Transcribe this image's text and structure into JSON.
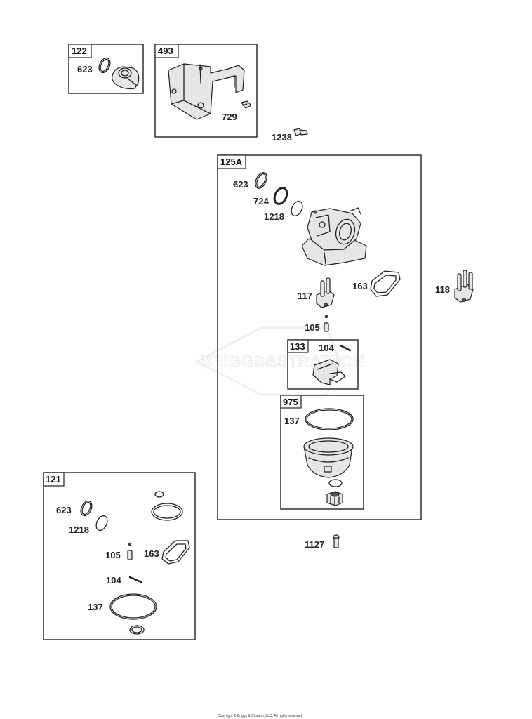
{
  "watermark": "BRIGGS&STRATTON",
  "copyright": "Copyright © Briggs & Stratton, LLC. All rights reserved.",
  "groups": {
    "g122": "122",
    "g493": "493",
    "g125A": "125A",
    "g133": "133",
    "g975": "975",
    "g121": "121"
  },
  "parts": {
    "p623_a": "623",
    "p729": "729",
    "p1238": "1238",
    "p623_b": "623",
    "p724": "724",
    "p1218_a": "1218",
    "p117": "117",
    "p163_a": "163",
    "p118": "118",
    "p105_a": "105",
    "p104_a": "104",
    "p137_a": "137",
    "p1127": "1127",
    "p623_c": "623",
    "p1218_b": "1218",
    "p105_b": "105",
    "p163_b": "163",
    "p104_b": "104",
    "p137_b": "137"
  }
}
